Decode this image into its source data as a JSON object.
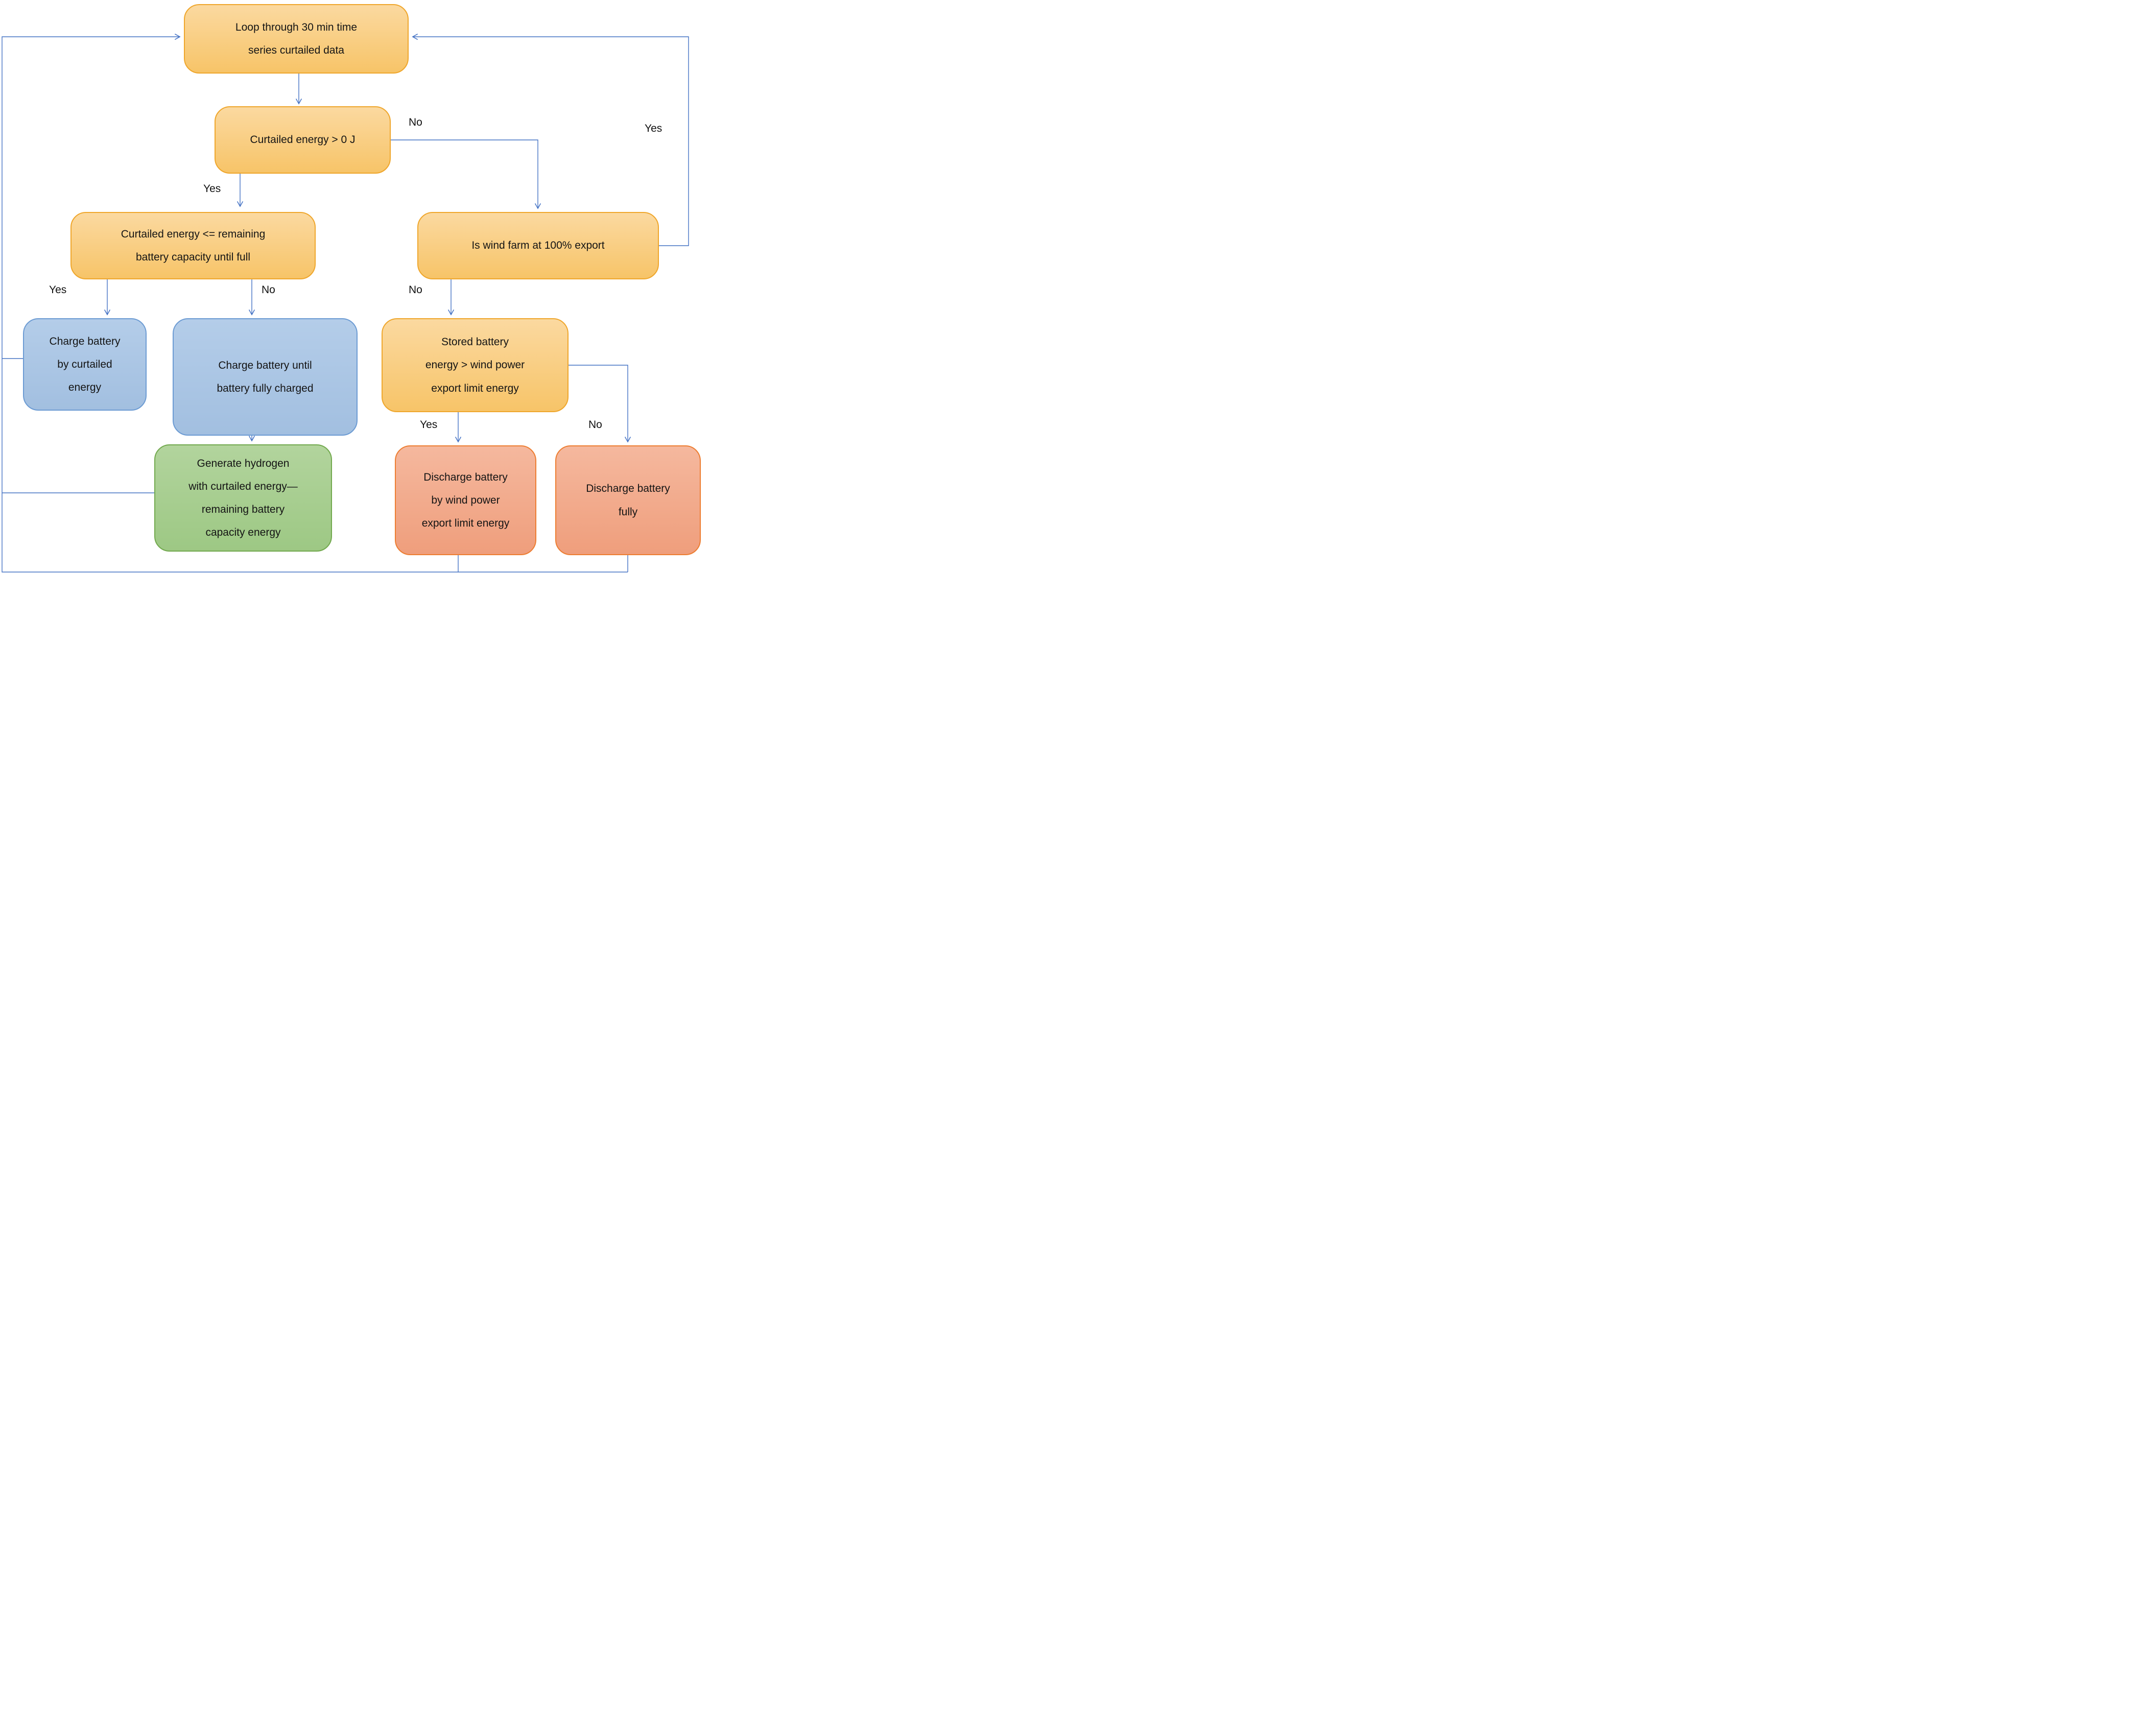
{
  "diagram": {
    "type": "flowchart",
    "nodes": {
      "loop": {
        "label": "Loop through 30 min time\nseries curtailed data"
      },
      "curtailed_positive": {
        "label": "Curtailed energy > 0 J"
      },
      "capacity_check": {
        "label": "Curtailed energy <= remaining\nbattery capacity until full"
      },
      "export_check": {
        "label": "Is wind farm at 100% export"
      },
      "charge_curtailed": {
        "label": "Charge battery\nby curtailed\nenergy"
      },
      "charge_full": {
        "label": "Charge battery until\nbattery fully charged"
      },
      "stored_check": {
        "label": "Stored battery\nenergy > wind power\nexport limit energy"
      },
      "generate_hydrogen": {
        "label": "Generate hydrogen\nwith curtailed energy—\nremaining battery\ncapacity energy"
      },
      "discharge_limit": {
        "label": "Discharge battery\nby wind power\nexport limit energy"
      },
      "discharge_fully": {
        "label": "Discharge battery\nfully"
      }
    },
    "edge_labels": {
      "curtailed_yes": "Yes",
      "curtailed_no": "No",
      "capacity_yes": "Yes",
      "capacity_no": "No",
      "export_no": "No",
      "export_yes": "Yes",
      "stored_yes": "Yes",
      "stored_no": "No"
    },
    "colors": {
      "connector": "#4472C4",
      "decision_fill_top": "#FBD9A0",
      "decision_fill_bottom": "#F7C468",
      "decision_border": "#EFA62B",
      "blue_fill_top": "#B4CDE9",
      "blue_fill_bottom": "#A2BFE0",
      "blue_border": "#6C9BD3",
      "green_fill_top": "#B2D49D",
      "green_fill_bottom": "#9DC884",
      "green_border": "#72A94E",
      "salmon_fill_top": "#F5B89E",
      "salmon_fill_bottom": "#EF9E7C",
      "salmon_border": "#ED7D31",
      "text": "#141414"
    }
  }
}
